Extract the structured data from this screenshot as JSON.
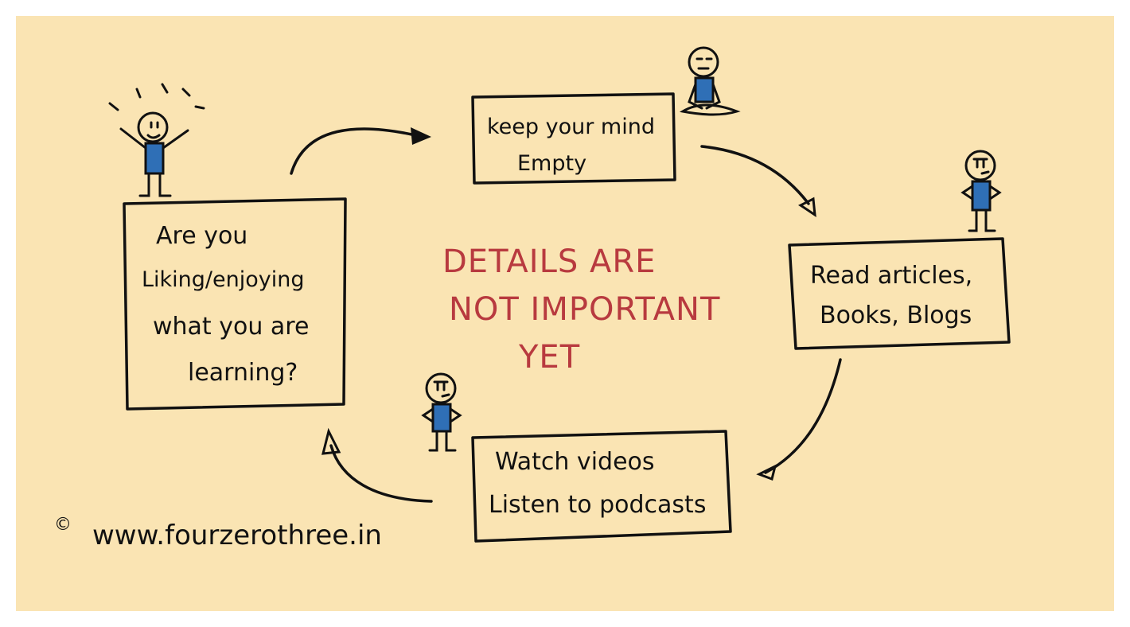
{
  "colors": {
    "background": "#fae4b3",
    "ink": "#111111",
    "shirt": "#2f6fb6",
    "accent_red": "#b83a3f"
  },
  "boxes": {
    "learning": [
      "Are you",
      "Liking/enjoying",
      "what you are",
      "learning?"
    ],
    "mind": [
      "keep your mind",
      "Empty"
    ],
    "read": [
      "Read articles,",
      "Books, Blogs"
    ],
    "watch": [
      "Watch videos",
      "Listen to podcasts"
    ]
  },
  "center_message": [
    "DETAILS ARE",
    "NOT IMPORTANT",
    "YET"
  ],
  "credit": {
    "symbol": "©",
    "site": "www.fourzerothree.in"
  },
  "figures": [
    "happy-stick-figure",
    "meditating-stick-figure",
    "thinking-stick-figure",
    "thinking-stick-figure"
  ]
}
